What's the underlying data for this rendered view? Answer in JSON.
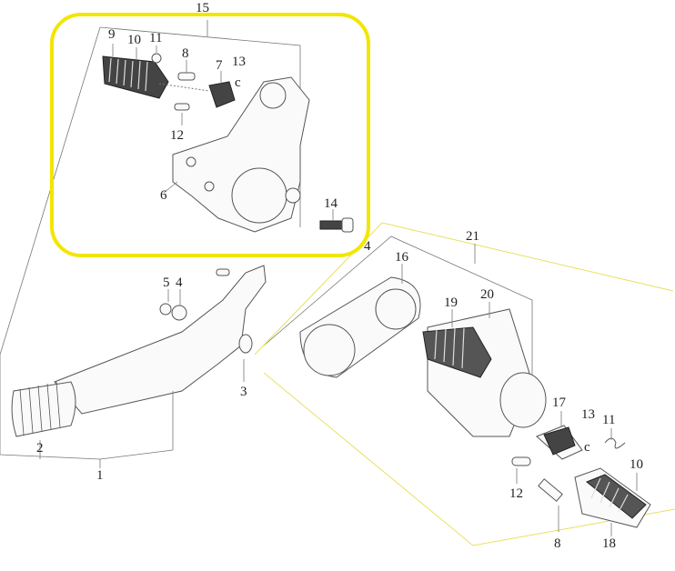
{
  "diagram": {
    "type": "exploded parts diagram",
    "highlight_color": "#f2e600",
    "labels": {
      "l15": "15",
      "l9": "9",
      "l10a": "10",
      "l11a": "11",
      "l8a": "8",
      "l7": "7",
      "l13a": "13",
      "l12a": "12",
      "l6": "6",
      "l14": "14",
      "l4b": "4",
      "l5": "5",
      "l4": "4",
      "l3": "3",
      "l2": "2",
      "l1": "1",
      "l16": "16",
      "l21": "21",
      "l20": "20",
      "l19": "19",
      "l17": "17",
      "l13b": "13",
      "l11b": "11",
      "l12b": "12",
      "l10b": "10",
      "l8b": "8",
      "l18": "18"
    }
  }
}
